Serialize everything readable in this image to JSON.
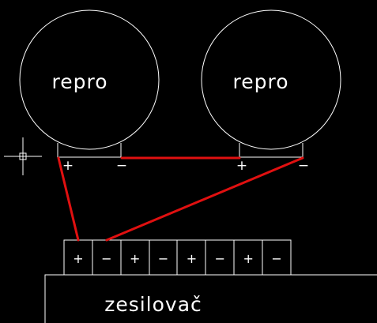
{
  "colors": {
    "background": "#000000",
    "line": "#ffffff",
    "wire": "#e01010"
  },
  "speakers": [
    {
      "label": "repro",
      "plus": "+",
      "minus": "−"
    },
    {
      "label": "repro",
      "plus": "+",
      "minus": "−"
    }
  ],
  "amplifier": {
    "label": "zesilovač",
    "terminals": [
      "+",
      "−",
      "+",
      "−",
      "+",
      "−",
      "+",
      "−"
    ]
  },
  "cursor": {
    "icon": "crosshair-cursor-icon"
  }
}
